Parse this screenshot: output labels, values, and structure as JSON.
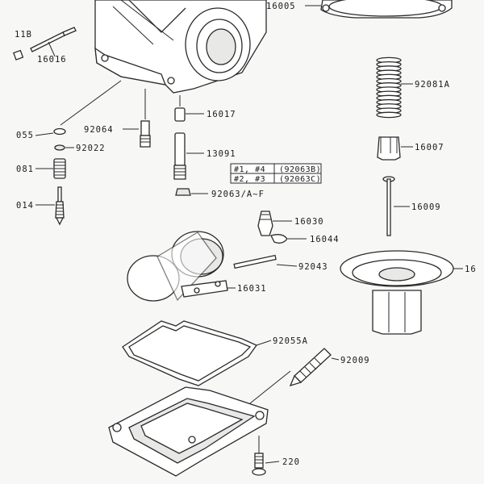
{
  "part_labels": {
    "p16005": "16005",
    "p11b": "11B",
    "p16016": "16016",
    "p92081a": "92081A",
    "p16017": "16017",
    "p055": "055",
    "p92064": "92064",
    "p92022": "92022",
    "p13091": "13091",
    "p16007": "16007",
    "p081": "081",
    "p92063af": "92063/A~F",
    "p16009": "16009",
    "p014": "014",
    "p16030": "16030",
    "p16044": "16044",
    "p92043": "92043",
    "p16_right": "16",
    "p16031": "16031",
    "p92055a": "92055A",
    "p92009": "92009",
    "p220": "220"
  },
  "jet_table": {
    "rows": [
      {
        "cyl": "#1, #4",
        "part": "(92063B)"
      },
      {
        "cyl": "#2, #3",
        "part": "(92063C)"
      }
    ]
  }
}
